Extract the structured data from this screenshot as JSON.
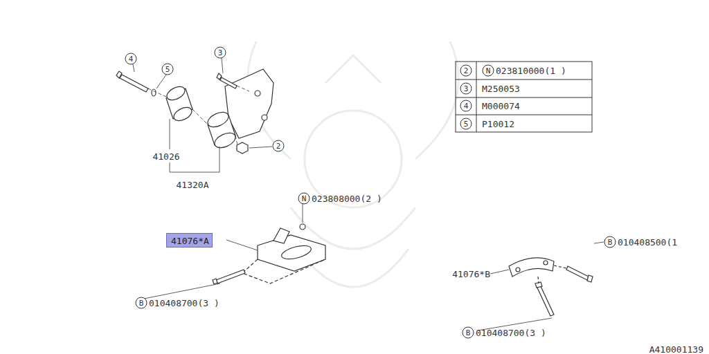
{
  "diagram": {
    "nodes": [
      {
        "text": [
          "41076*A"
        ]
      }
    ],
    "labels": [
      "4",
      "5",
      "3",
      "2",
      "41026",
      "41320A",
      "2",
      "N",
      "023810000(1 )",
      "3",
      "M250053",
      "4",
      "M000074",
      "5",
      "P10012",
      "N",
      "023808000(2 )",
      "B",
      "010408700(3 )",
      "41076*B",
      "B",
      "010408500(1",
      "B",
      "010408700(3 )",
      "A410001139"
    ]
  }
}
